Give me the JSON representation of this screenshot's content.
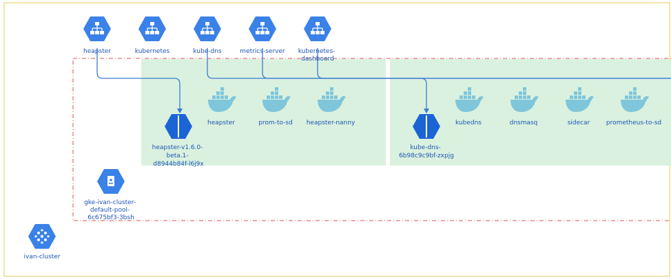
{
  "services": [
    {
      "label": [
        "heapster"
      ],
      "icon": "service-hexagon-icon"
    },
    {
      "label": [
        "kubernetes"
      ],
      "icon": "service-hexagon-icon"
    },
    {
      "label": [
        "kube-dns"
      ],
      "icon": "service-hexagon-icon"
    },
    {
      "label": [
        "metrics-server"
      ],
      "icon": "service-hexagon-icon"
    },
    {
      "label": [
        "kubernetes-",
        "dashboard"
      ],
      "icon": "service-hexagon-icon"
    }
  ],
  "pods": [
    {
      "label": [
        "heapster-v1.6.0-",
        "beta.1-",
        "d8944b84f-l6j9x"
      ],
      "icon": "pod-hexagon-icon",
      "containers": [
        {
          "label": "heapster",
          "icon": "docker-whale-icon"
        },
        {
          "label": "prom-to-sd",
          "icon": "docker-whale-icon"
        },
        {
          "label": "heapster-nanny",
          "icon": "docker-whale-icon"
        }
      ]
    },
    {
      "label": [
        "kube-dns-",
        "6b98c9c9bf-zxpjg"
      ],
      "icon": "pod-hexagon-icon",
      "containers": [
        {
          "label": "kubedns",
          "icon": "docker-whale-icon"
        },
        {
          "label": "dnsmasq",
          "icon": "docker-whale-icon"
        },
        {
          "label": "sidecar",
          "icon": "docker-whale-icon"
        },
        {
          "label": "prometheus-to-sd",
          "icon": "docker-whale-icon"
        }
      ]
    }
  ],
  "node": {
    "label": [
      "gke-ivan-cluster-",
      "default-pool-",
      "6c675bf3-3bsh"
    ],
    "icon": "node-hexagon-icon"
  },
  "cluster": {
    "label": [
      "ivan-cluster"
    ],
    "icon": "cluster-hexagon-icon"
  },
  "colors": {
    "frame": "#e3c85a",
    "node_border": "#d9534f",
    "pod_fill": "#daf1df",
    "hex_blue": "#3a81e8",
    "label_blue": "#1f55b5",
    "line_blue": "#3b7bd4",
    "whale": "#7fc6da"
  }
}
